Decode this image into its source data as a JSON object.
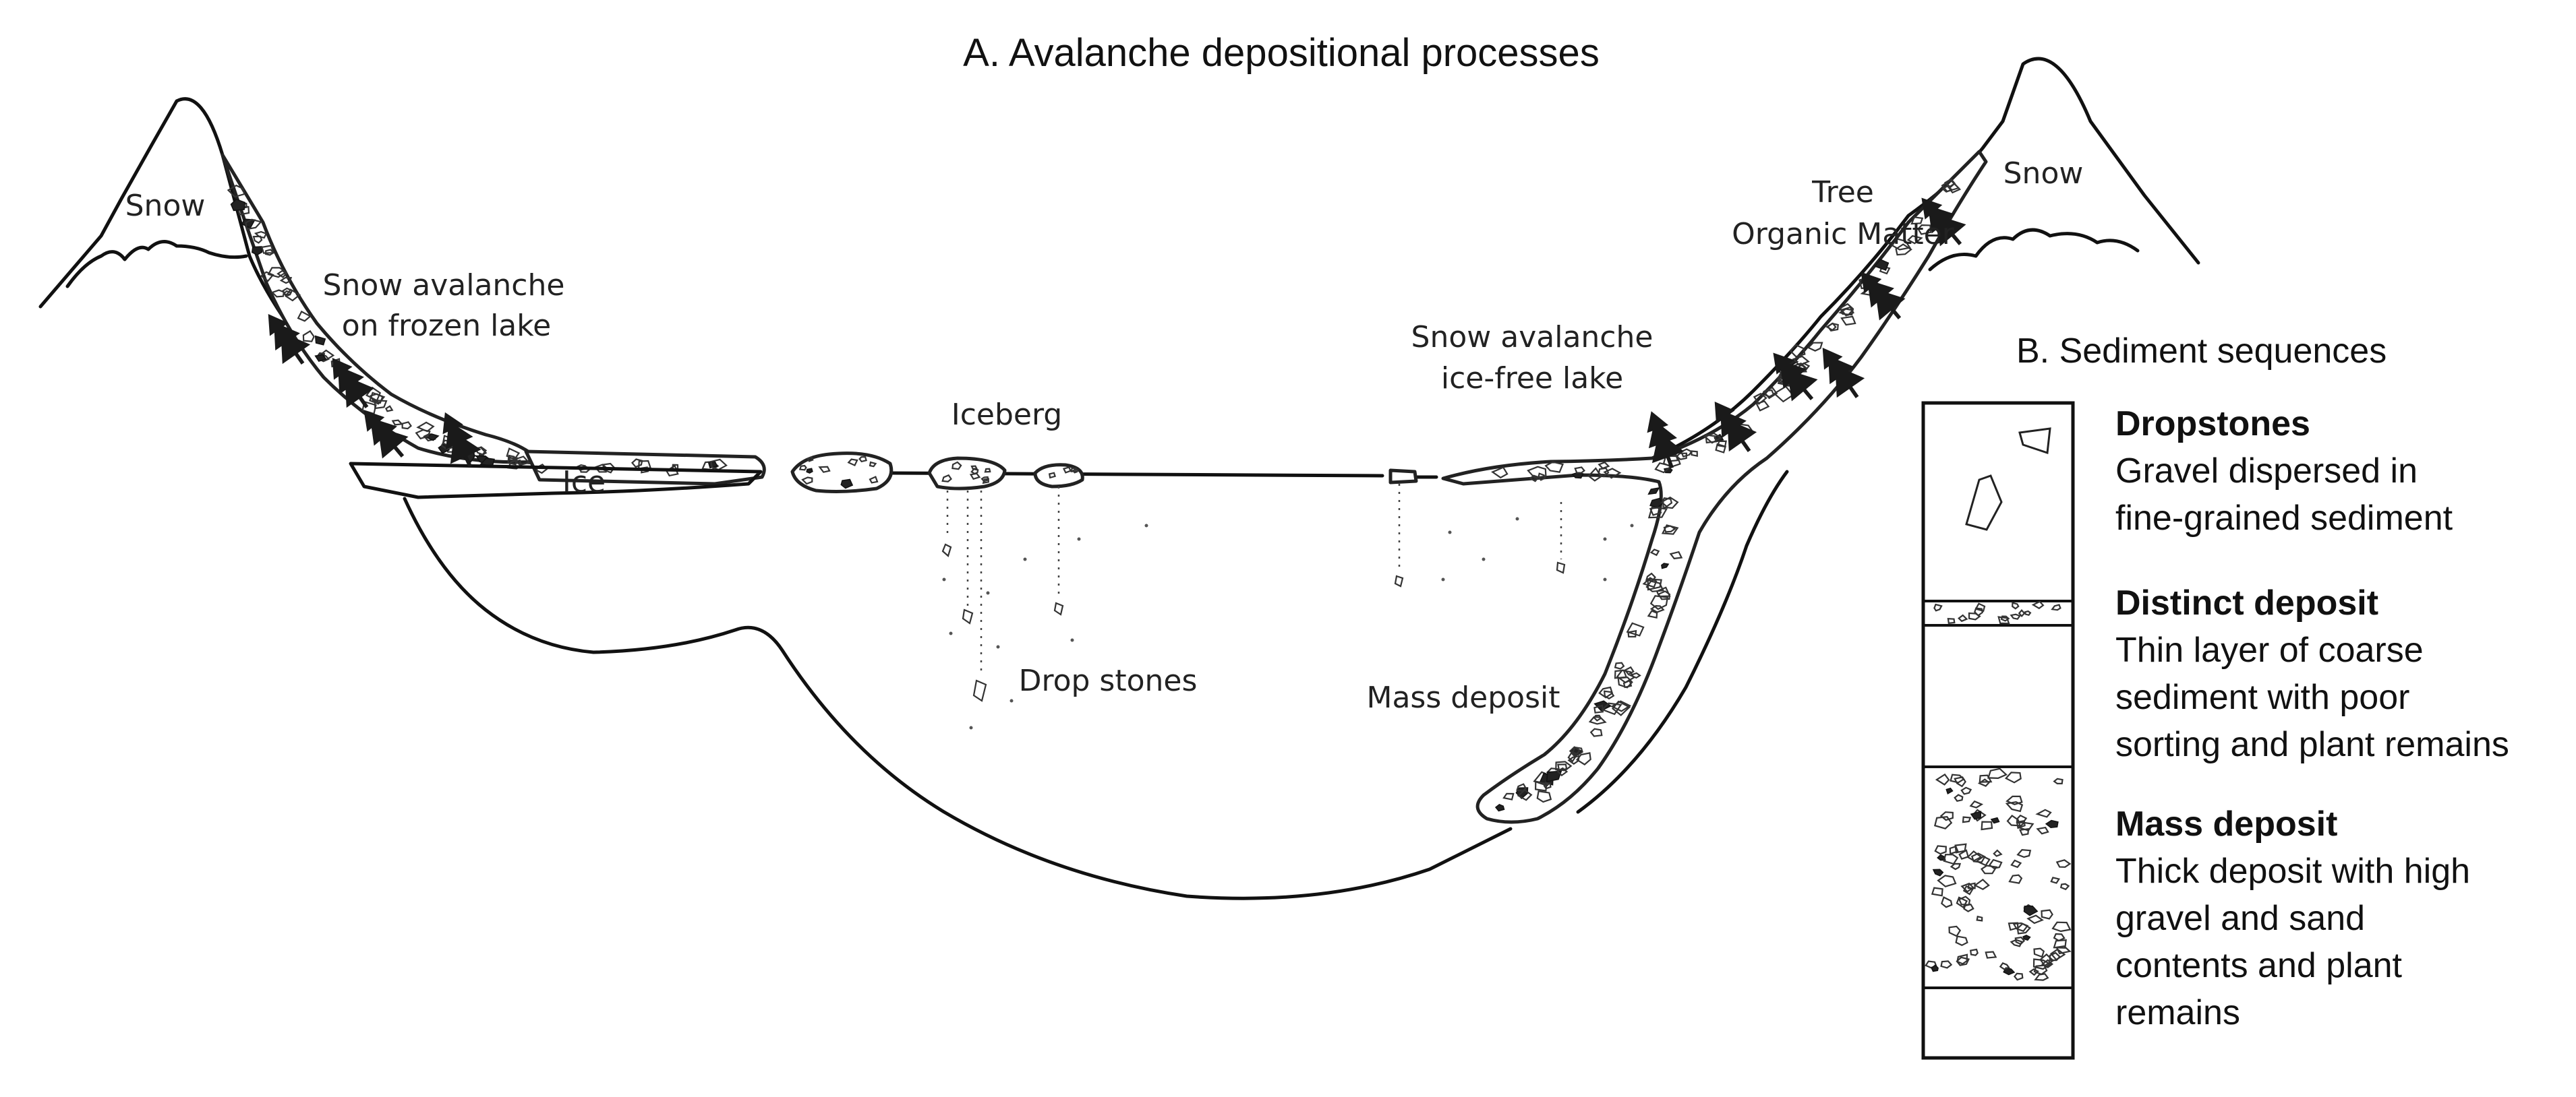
{
  "diagram": {
    "title": "A. Avalanche depositional processes",
    "labels": {
      "snow_left": "Snow",
      "snow_right": "Snow",
      "avalanche_frozen_line1": "Snow avalanche",
      "avalanche_frozen_line2": "on frozen lake",
      "ice": "Ice",
      "iceberg": "Iceberg",
      "drop_stones": "Drop stones",
      "avalanche_icefree_line1": "Snow avalanche",
      "avalanche_icefree_line2": "ice-free lake",
      "tree_line1": "Tree",
      "tree_line2": "Organic Matter",
      "mass_deposit": "Mass deposit"
    }
  },
  "legend": {
    "title": "B. Sediment sequences",
    "entries": [
      {
        "heading": "Dropstones",
        "lines": [
          "Gravel dispersed in",
          "fine-grained sediment"
        ]
      },
      {
        "heading": "Distinct deposit",
        "lines": [
          "Thin layer of coarse",
          "sediment with poor",
          "sorting and plant remains"
        ]
      },
      {
        "heading": "Mass deposit",
        "lines": [
          "Thick deposit with high",
          "gravel and sand",
          "contents and plant",
          "remains"
        ]
      }
    ]
  },
  "colors": {
    "ink": "#111111",
    "background": "#ffffff"
  }
}
